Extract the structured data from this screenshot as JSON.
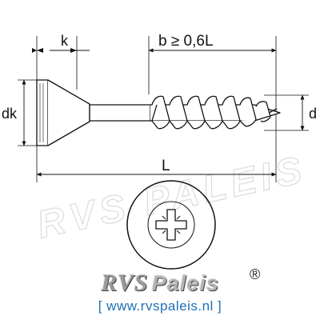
{
  "diagram": {
    "labels": {
      "k": "k",
      "b_rule": "b ≥ 0,6L",
      "dk": "dk",
      "d": "d",
      "L": "L"
    },
    "watermark": "RVS PALEIS"
  },
  "brand": {
    "name_part1": "RVS",
    "name_part2": "Paleis",
    "registered": "®",
    "website_line": "[ www.rvspaleis.nl ]"
  },
  "colors": {
    "ink": "#111111",
    "watermark": "#cfcfcf",
    "brand_grey": "#9a9a9a",
    "link_blue": "#1e6fb5"
  }
}
